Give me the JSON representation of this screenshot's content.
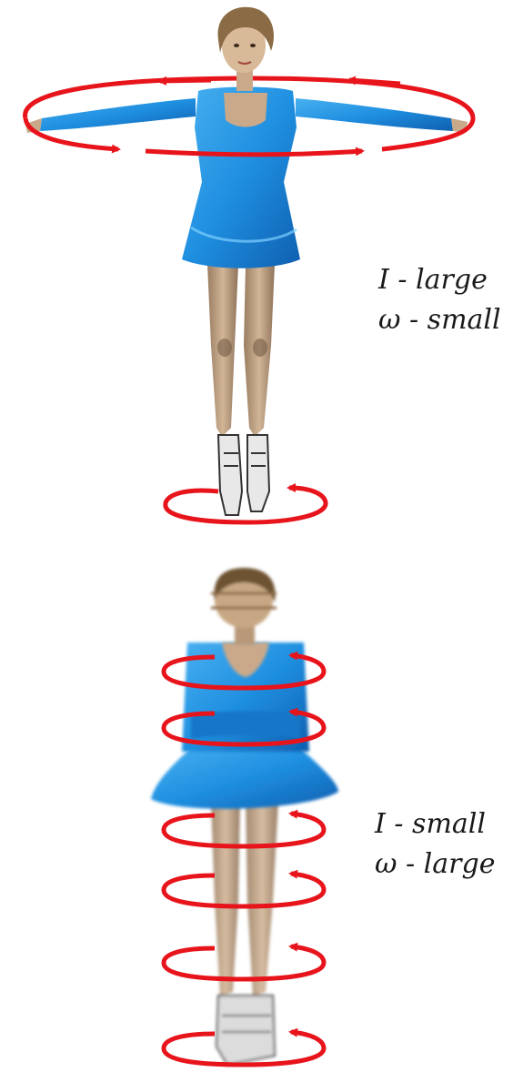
{
  "top_panel": {
    "inertia_text": "I  - large",
    "omega_text": "ω - small"
  },
  "bottom_panel": {
    "inertia_text": "I  - small",
    "omega_text": "ω - large"
  },
  "colors": {
    "arrow": "#e8141b",
    "dress": "#1f8fe0",
    "dress_shadow": "#0f5fb0",
    "skin": "#c9a98a",
    "hair": "#8a6b45",
    "skate": "#e6e6e6"
  }
}
